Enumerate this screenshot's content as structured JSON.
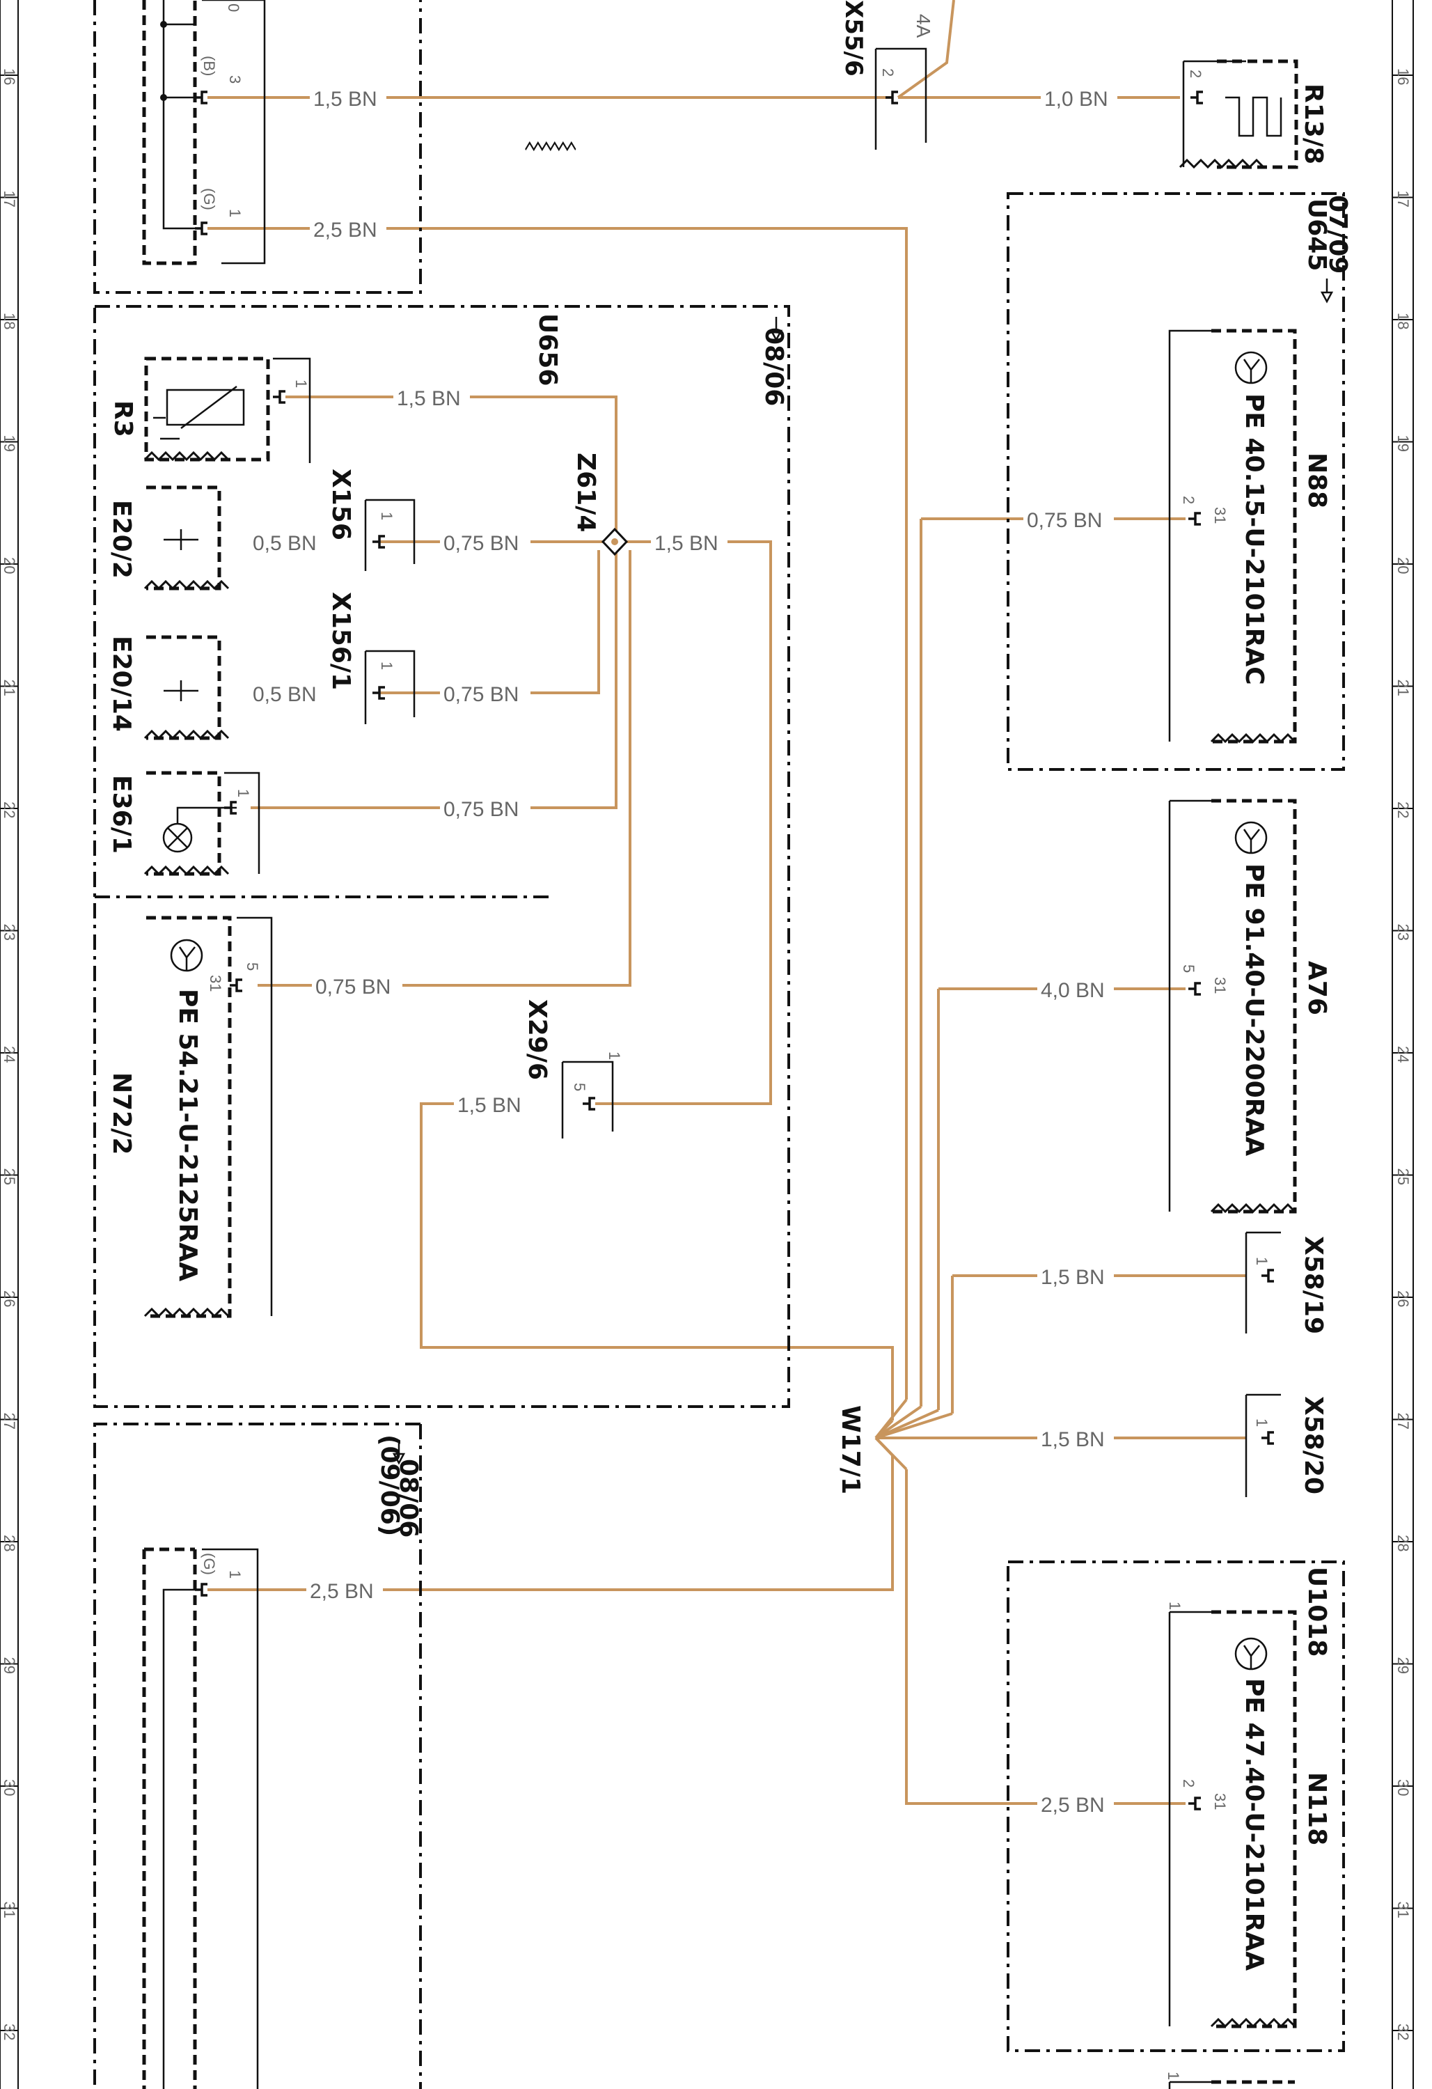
{
  "grid_rows": [
    "16",
    "17",
    "18",
    "19",
    "20",
    "21",
    "22",
    "23",
    "24",
    "25",
    "26",
    "27",
    "28",
    "29",
    "30",
    "31",
    "32"
  ],
  "boxes": {
    "u656": {
      "label": "U656",
      "ref": "08/06"
    },
    "u645": {
      "label": "U645",
      "ref": "07/09"
    },
    "u1018": {
      "label": "U1018"
    },
    "lower_left": {
      "ref": "08/06",
      "ref2": "(09/06)"
    }
  },
  "components": {
    "x55_6": "X55/6",
    "r13_8": "R13/8",
    "r3": "R3",
    "x156": "X156",
    "x156_1": "X156/1",
    "z61_4": "Z61/4",
    "e20_2": "E20/2",
    "e20_14": "E20/14",
    "e36_1": "E36/1",
    "n72_2": "N72/2",
    "n72_2_pe": "PE 54.21-U-2125RAA",
    "x29_6": "X29/6",
    "n88": "N88",
    "n88_pe": "PE 40.15-U-2101RAC",
    "a76": "A76",
    "a76_pe": "PE 91.40-U-2200RAA",
    "x58_19": "X58/19",
    "x58_20": "X58/20",
    "w17_1": "W17/1",
    "n118": "N118",
    "n118_pe": "PE 47.40-U-2101RAA"
  },
  "wires": {
    "w16_left": "1,5 BN",
    "w17_left": "2,5 BN",
    "w16_right": "1,0 BN",
    "fuse": "4A",
    "r3": "1,5 BN",
    "e20_2": "0,5 BN",
    "x156": "0,75 BN",
    "splice_out": "1,5 BN",
    "e20_14": "0,5 BN",
    "x156_1": "0,75 BN",
    "e36_1": "0,75 BN",
    "n72_2": "0,75 BN",
    "x29_6": "1,5 BN",
    "n88": "0,75 BN",
    "a76": "4,0 BN",
    "x58_19": "1,5 BN",
    "x58_20": "1,5 BN",
    "lower_left": "2,5 BN",
    "n118": "2,5 BN"
  },
  "pins": {
    "top_0": "0",
    "top_b": "(B)",
    "top_3": "3",
    "top_g": "(G)",
    "top_1": "1",
    "x55_2": "2",
    "r13_2": "2",
    "r3_1": "1",
    "x156_pin": "1",
    "x156_1_pin": "1",
    "e36_1": "1",
    "n72_5": "5",
    "n72_31": "31",
    "x29_5": "5",
    "x29_1": "1",
    "n88_2": "2",
    "n88_31": "31",
    "a76_5": "5",
    "a76_31": "31",
    "x58_19_1": "1",
    "x58_20_1": "1",
    "ll_g": "(G)",
    "ll_1": "1",
    "n118_2": "2",
    "n118_31": "31",
    "n118_1": "1",
    "bottom_1": "1"
  }
}
